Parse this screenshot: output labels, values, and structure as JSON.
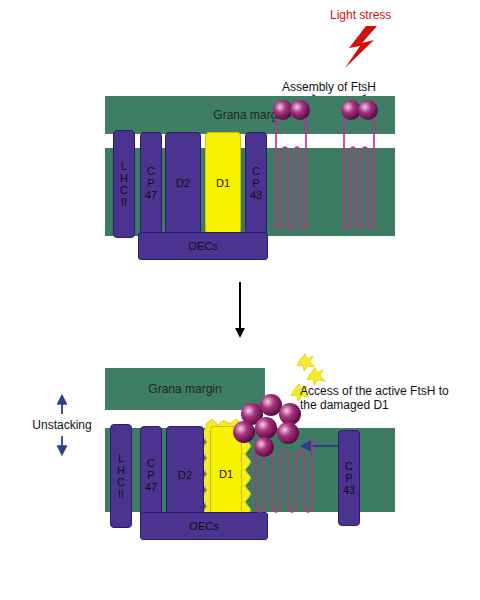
{
  "diagram": {
    "nodes": [
      {
        "text": [
          "Grana margin"
        ]
      },
      {
        "text": [
          "L H C II"
        ]
      },
      {
        "text": [
          "C P 47"
        ]
      },
      {
        "text": [
          "D2"
        ]
      },
      {
        "text": [
          "D1"
        ]
      },
      {
        "text": [
          "C P 43"
        ]
      },
      {
        "text": [
          "OECs"
        ]
      },
      {
        "text": [
          "Grana margin"
        ]
      },
      {
        "text": [
          "L H C II"
        ]
      },
      {
        "text": [
          "C P 47"
        ]
      },
      {
        "text": [
          "D2"
        ]
      },
      {
        "text": [
          "D1"
        ]
      },
      {
        "text": [
          "C P 43"
        ]
      },
      {
        "text": [
          "OECs"
        ]
      }
    ],
    "labels": [
      "Light stress",
      "Assembly of FtsH",
      "Access of the active FtsH to the damaged D1",
      "Unstacking"
    ]
  }
}
